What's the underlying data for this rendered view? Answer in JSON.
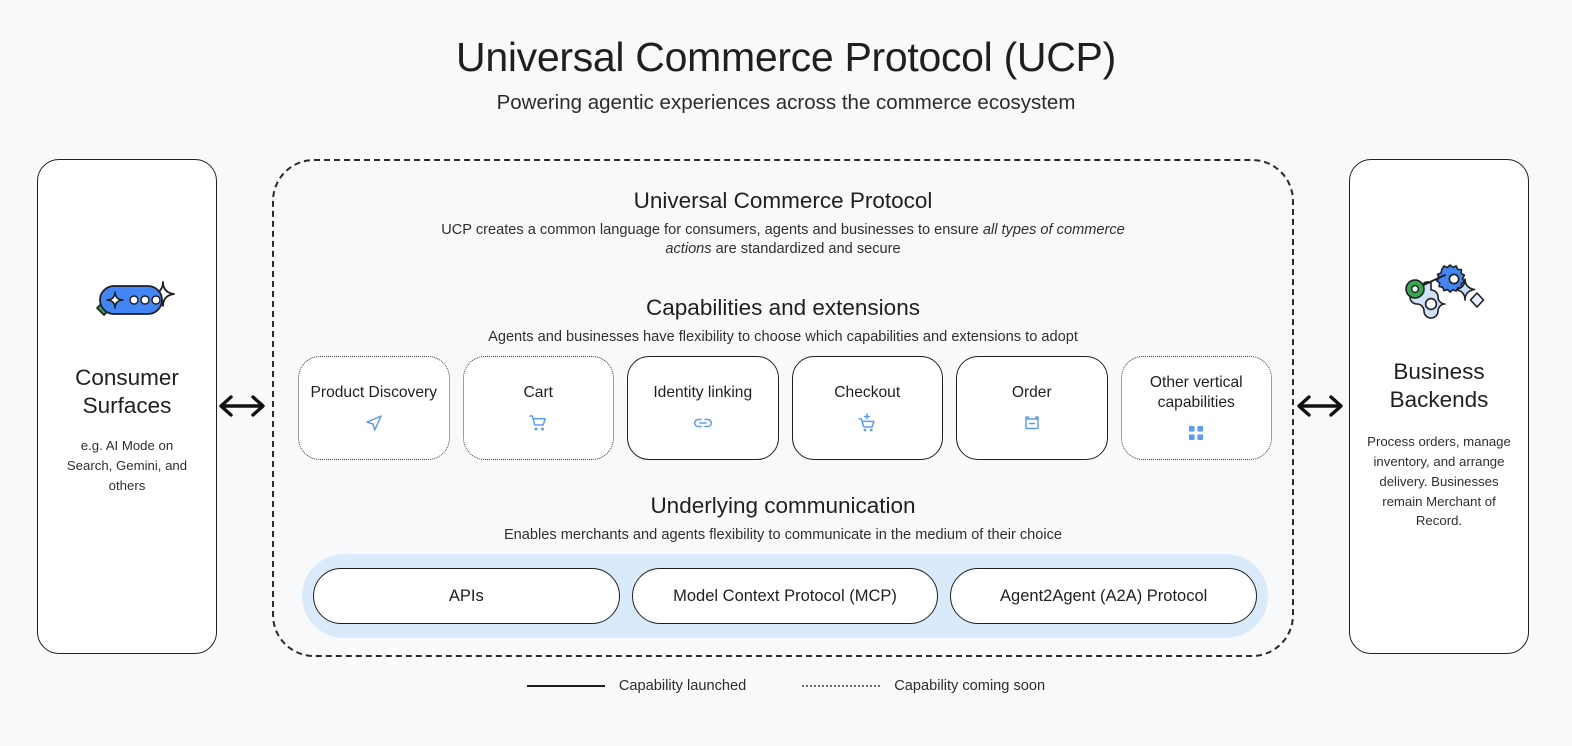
{
  "header": {
    "title": "Universal Commerce Protocol (UCP)",
    "subtitle": "Powering agentic experiences across the commerce ecosystem"
  },
  "left_panel": {
    "icon": "ai-chat-sparkle-icon",
    "title": "Consumer Surfaces",
    "description": "e.g. AI Mode on Search, Gemini, and others"
  },
  "right_panel": {
    "icon": "gears-settings-icon",
    "title": "Business Backends",
    "description": "Process orders, manage inventory, and arrange delivery. Businesses remain Merchant of Record."
  },
  "center": {
    "ucp": {
      "title": "Universal Commerce Protocol",
      "desc_part1": "UCP creates a common language for consumers, agents and businesses to ensure ",
      "desc_italic": "all types of commerce actions",
      "desc_part2": " are standardized and secure"
    },
    "capabilities": {
      "title": "Capabilities and extensions",
      "description": "Agents and businesses have flexibility to choose which capabilities and extensions to adopt",
      "cards": [
        {
          "label": "Product Discovery",
          "status": "soon",
          "icon": "send-navigation-icon"
        },
        {
          "label": "Cart",
          "status": "soon",
          "icon": "shopping-cart-icon"
        },
        {
          "label": "Identity linking",
          "status": "launched",
          "icon": "link-chain-icon"
        },
        {
          "label": "Checkout",
          "status": "launched",
          "icon": "add-to-cart-icon"
        },
        {
          "label": "Order",
          "status": "launched",
          "icon": "basket-box-icon"
        },
        {
          "label": "Other vertical capabilities",
          "status": "soon",
          "icon": "grid-apps-icon"
        }
      ]
    },
    "communication": {
      "title": "Underlying communication",
      "description": "Enables merchants and agents flexibility to communicate in the medium of their choice",
      "pills": [
        "APIs",
        "Model Context Protocol (MCP)",
        "Agent2Agent (A2A) Protocol"
      ]
    }
  },
  "legend": [
    {
      "style": "solid",
      "label": "Capability launched"
    },
    {
      "style": "dotted",
      "label": "Capability coming soon"
    }
  ],
  "colors": {
    "background": "#f7f9fb",
    "accent_blue": "#4285f4",
    "icon_blue": "#5b9bf8",
    "comm_band": "#d9eafb",
    "green": "#34a853",
    "stroke": "#1f1f1f"
  }
}
